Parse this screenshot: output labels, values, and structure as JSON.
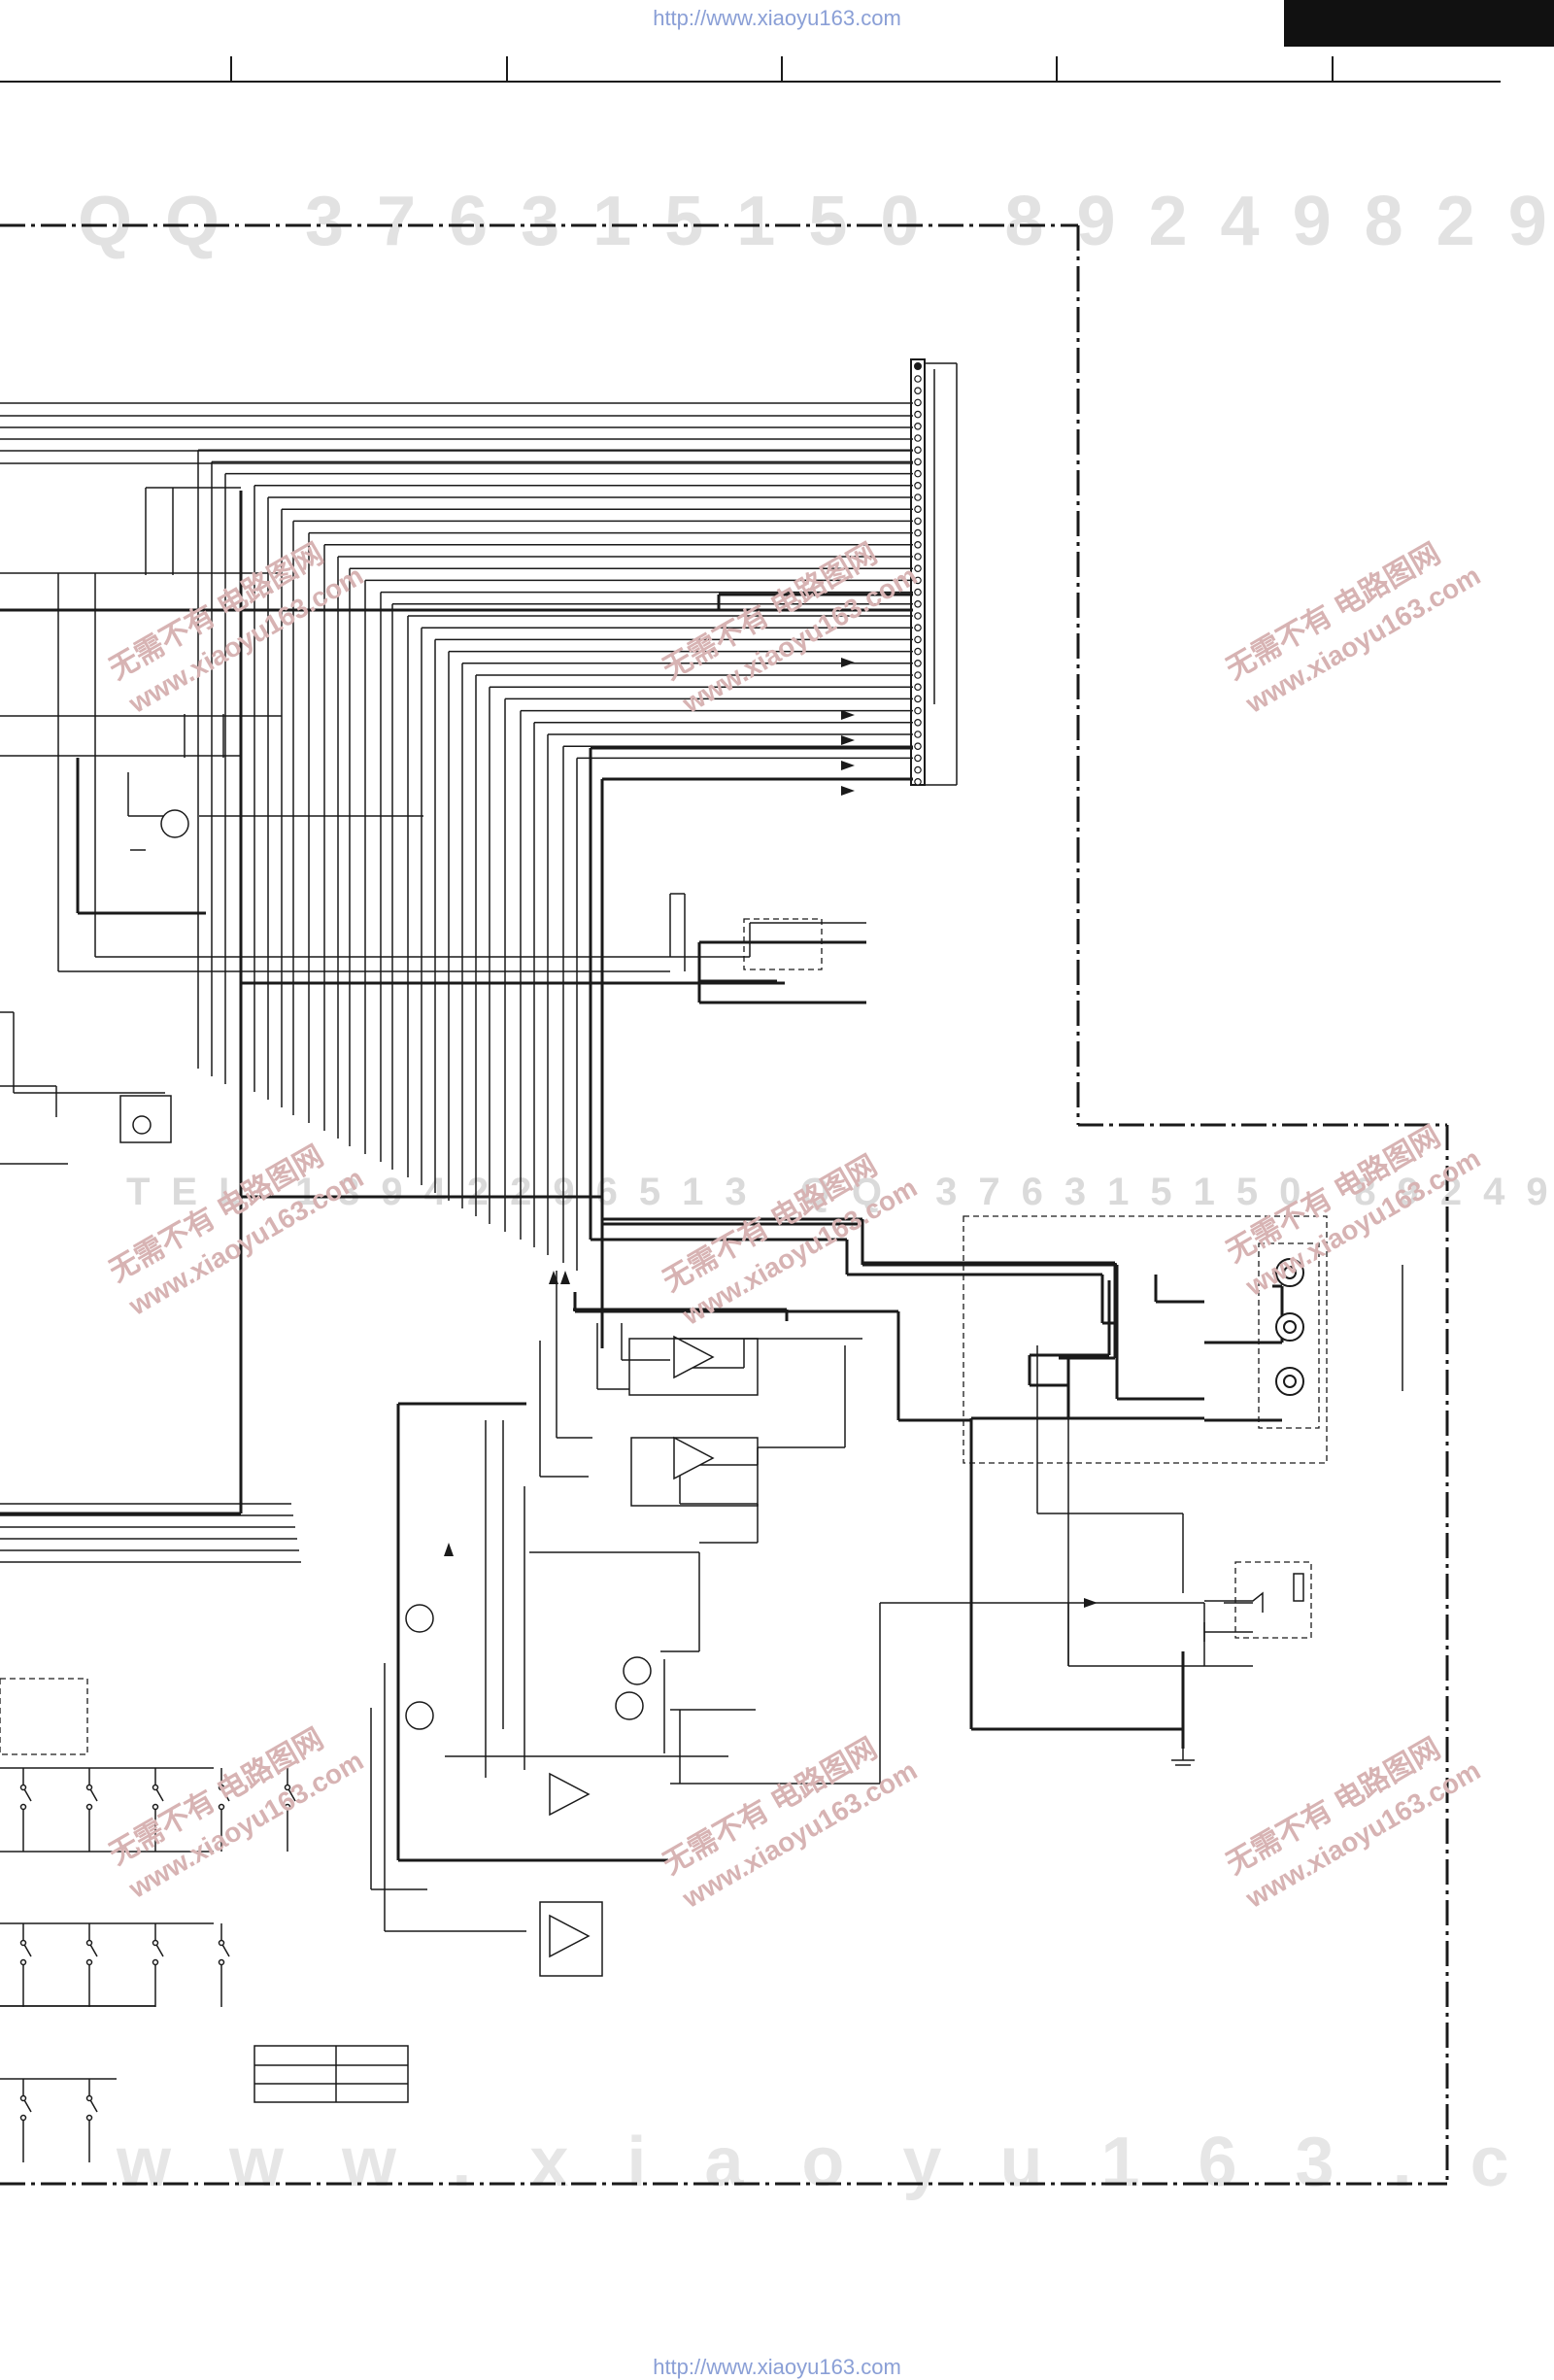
{
  "header": {
    "url_top": "http://www.xiaoyu163.com",
    "url_bottom": "http://www.xiaoyu163.com",
    "tab_color": "#111111"
  },
  "watermarks": {
    "qq": "QQ 376315150    892498299",
    "tel": "TEL 13942296513   QQ 376315150   892498299",
    "site": "www.xiaoyu163.com",
    "stamp_cn": "无需不有 电路图网",
    "stamp_site": "www.xiaoyu163.com",
    "color": "#c9a4a4"
  },
  "colors": {
    "wire": "#1a1a1a",
    "watermark_gray": "#d8d8d8",
    "url_blue": "#8a9fd6"
  }
}
